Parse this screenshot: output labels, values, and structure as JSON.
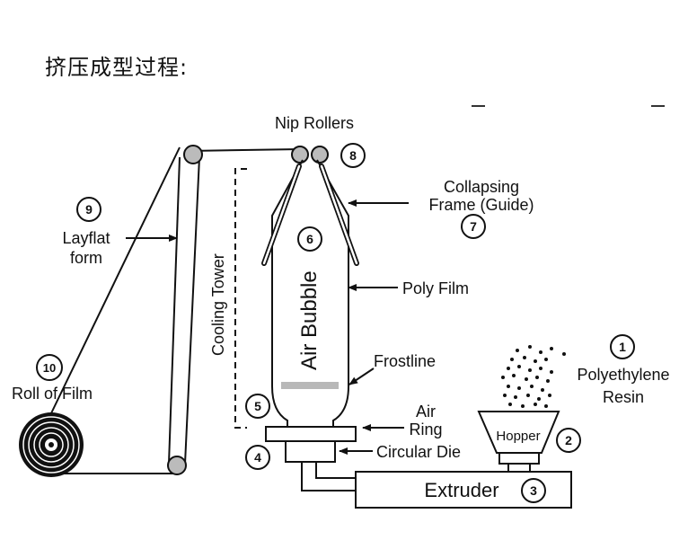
{
  "title": "挤压成型过程:",
  "labels": {
    "nip_rollers": "Nip Rollers",
    "collapsing_frame_line1": "Collapsing",
    "collapsing_frame_line2": "Frame (Guide)",
    "layflat_line1": "Layflat",
    "layflat_line2": "form",
    "cooling_tower": "Cooling Tower",
    "air_bubble": "Air Bubble",
    "poly_film": "Poly Film",
    "frostline": "Frostline",
    "roll_of_film": "Roll of Film",
    "polyethylene_line1": "Polyethylene",
    "polyethylene_line2": "Resin",
    "air_ring_line1": "Air",
    "air_ring_line2": "Ring",
    "hopper": "Hopper",
    "circular_die": "Circular Die",
    "extruder": "Extruder"
  },
  "numbers": {
    "n1": "1",
    "n2": "2",
    "n3": "3",
    "n4": "4",
    "n5": "5",
    "n6": "6",
    "n7": "7",
    "n8": "8",
    "n9": "9",
    "n10": "10"
  }
}
